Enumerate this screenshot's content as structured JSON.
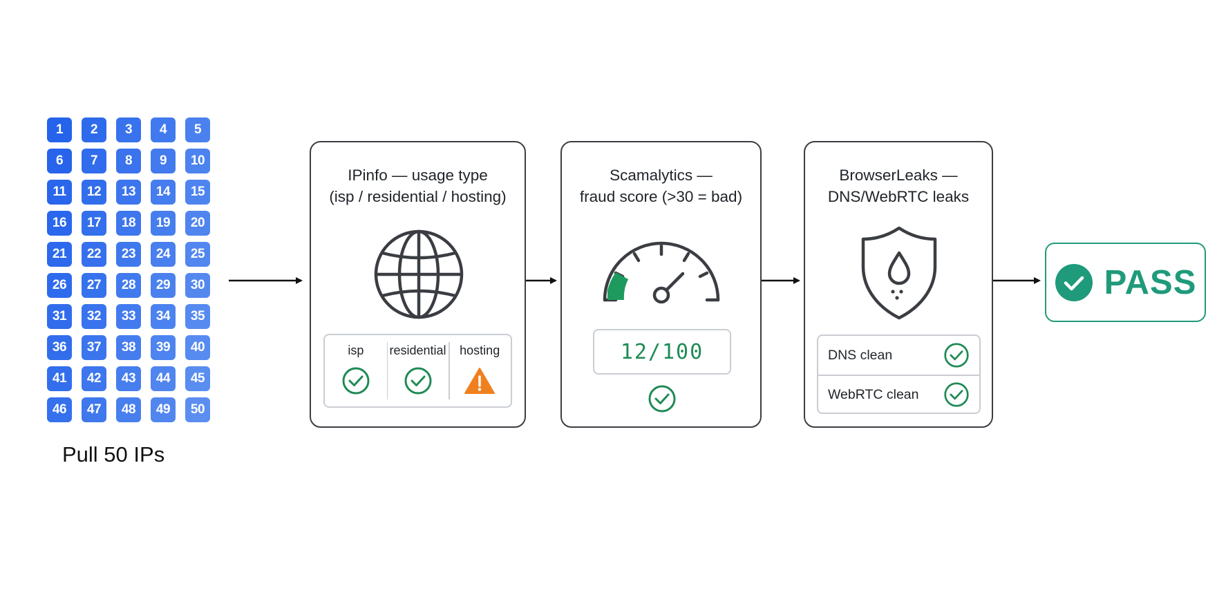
{
  "ip_grid": {
    "tiles": [
      "1",
      "2",
      "3",
      "4",
      "5",
      "6",
      "7",
      "8",
      "9",
      "10",
      "11",
      "12",
      "13",
      "14",
      "15",
      "16",
      "17",
      "18",
      "19",
      "20",
      "21",
      "22",
      "23",
      "24",
      "25",
      "26",
      "27",
      "28",
      "29",
      "30",
      "31",
      "32",
      "33",
      "34",
      "35",
      "36",
      "37",
      "38",
      "39",
      "40",
      "41",
      "42",
      "43",
      "44",
      "45",
      "46",
      "47",
      "48",
      "49",
      "50"
    ],
    "label": "Pull 50 IPs",
    "tile_color_start": "#2563eb",
    "tile_color_end": "#5b8ef0"
  },
  "stages": {
    "ipinfo": {
      "title_line1": "IPinfo — usage type",
      "title_line2": "(isp / residential / hosting)",
      "icon": "globe-icon",
      "usage_types": [
        {
          "label": "isp",
          "status": "check"
        },
        {
          "label": "residential",
          "status": "check"
        },
        {
          "label": "hosting",
          "status": "warning"
        }
      ]
    },
    "scamalytics": {
      "title_line1": "Scamalytics —",
      "title_line2": "fraud score (>30 = bad)",
      "icon": "gauge-icon",
      "score": "12/100",
      "status": "check"
    },
    "browserleaks": {
      "title_line1": "BrowserLeaks —",
      "title_line2": "DNS/WebRTC leaks",
      "icon": "shield-droplet-icon",
      "checks": [
        {
          "label": "DNS clean",
          "status": "check"
        },
        {
          "label": "WebRTC clean",
          "status": "check"
        }
      ]
    }
  },
  "result": {
    "label": "PASS",
    "icon": "check-circle-icon"
  },
  "colors": {
    "check_green": "#1f8a55",
    "pass_teal": "#1f9a7a",
    "warning_orange": "#f0801e",
    "border_dark": "#3a3d42"
  }
}
